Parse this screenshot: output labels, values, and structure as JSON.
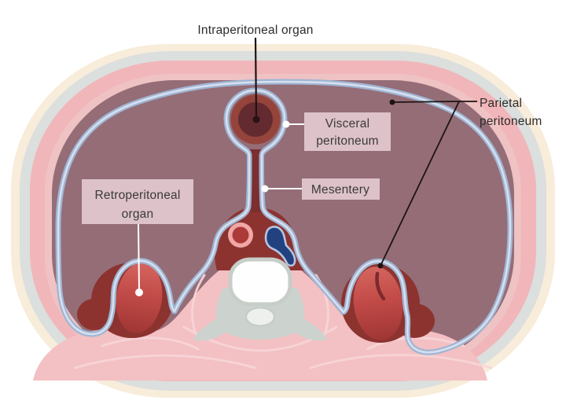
{
  "figure": {
    "type": "anatomical-diagram",
    "subject": "Transverse abdominal cross-section showing peritoneum relationships",
    "labels": {
      "intraperitoneal_organ": "Intraperitoneal organ",
      "visceral_peritoneum": {
        "line1": "Visceral",
        "line2": "peritoneum"
      },
      "mesentery": "Mesentery",
      "retroperitoneal_organ": {
        "line1": "Retroperitoneal",
        "line2": "organ"
      },
      "parietal_peritoneum": {
        "line1": "Parietal",
        "line2": "peritoneum"
      }
    },
    "colors": {
      "background": "#ffffff",
      "skin_layer": "#f8ecda",
      "fascia_layer": "#dbdfdd",
      "body_wall_pink": "#f1b6ba",
      "inner_lining_pink": "#efc2c4",
      "cavity_mauve": "#946d77",
      "peritoneum_blue": "#9fb5d3",
      "peritoneum_blue_light": "#d7e0ef",
      "retroperitoneal_red": "#8c3330",
      "organ_wall_brick": "#95443b",
      "organ_lumen_maroon": "#632a30",
      "kidney_red_light": "#d4655f",
      "kidney_red_dark": "#9f3634",
      "aorta_ring": "#f0a7a5",
      "aorta_core": "#ac3a38",
      "vein_navy": "#21417f",
      "vertebra_white": "#fdfefd",
      "vertebra_gray": "#ccd3ce",
      "muscle_pink": "#f3c0c3",
      "label_box_bg": "#ddc2c9",
      "label_text": "#3a3a3a",
      "leader_dark": "#1d1412",
      "leader_white": "#ffffff"
    }
  }
}
